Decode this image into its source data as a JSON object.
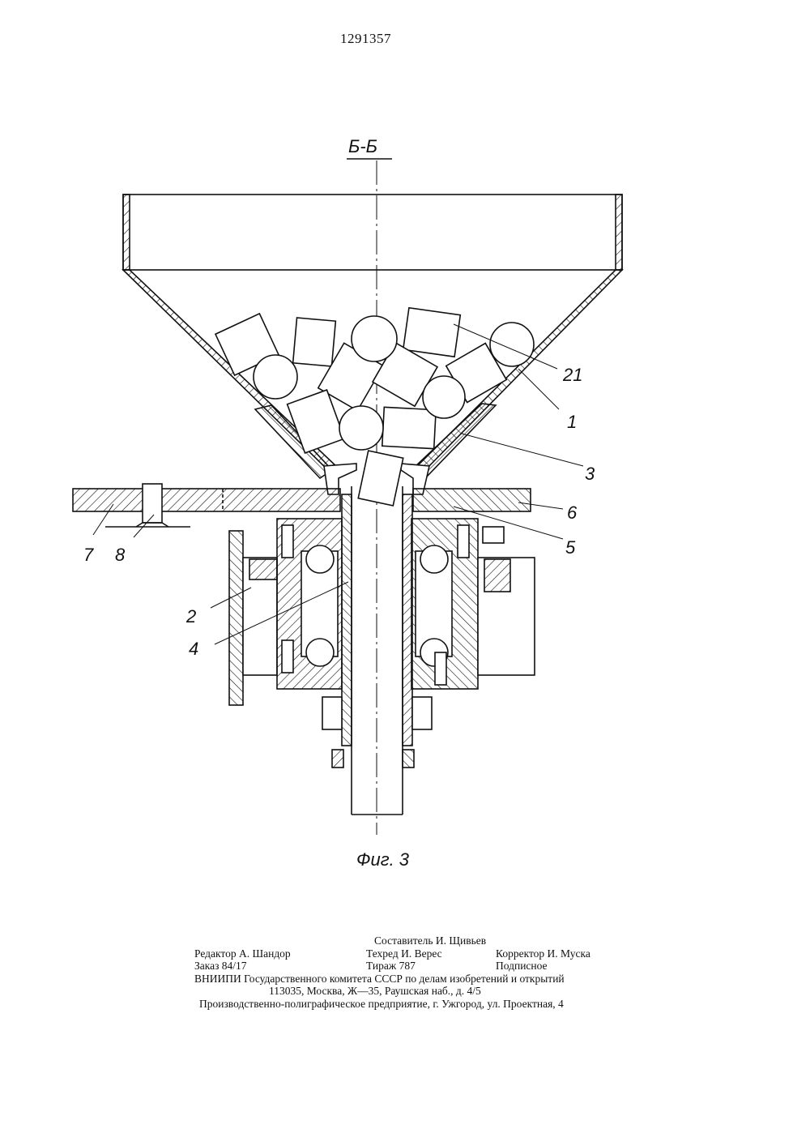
{
  "patent_number": "1291357",
  "drawing": {
    "section_label": "Б-Б",
    "figure_caption": "Фиг. 3",
    "callouts": {
      "c21": "21",
      "c1": "1",
      "c3": "3",
      "c6": "6",
      "c5": "5",
      "c7": "7",
      "c8": "8",
      "c2": "2",
      "c4": "4"
    }
  },
  "footer": {
    "compiler": "Составитель И. Щивьев",
    "editor": "Редактор А. Шандор",
    "techred": "Техред И. Верес",
    "corrector": "Корректор И. Муска",
    "order": "Заказ 84/17",
    "circulation": "Тираж 787",
    "subscription": "Подписное",
    "org": "ВНИИПИ Государственного комитета СССР по делам изобретений и открытий",
    "address": "113035, Москва, Ж—35, Раушская наб., д. 4/5",
    "printer": "Производственно-полиграфическое предприятие, г. Ужгород, ул. Проектная, 4"
  }
}
